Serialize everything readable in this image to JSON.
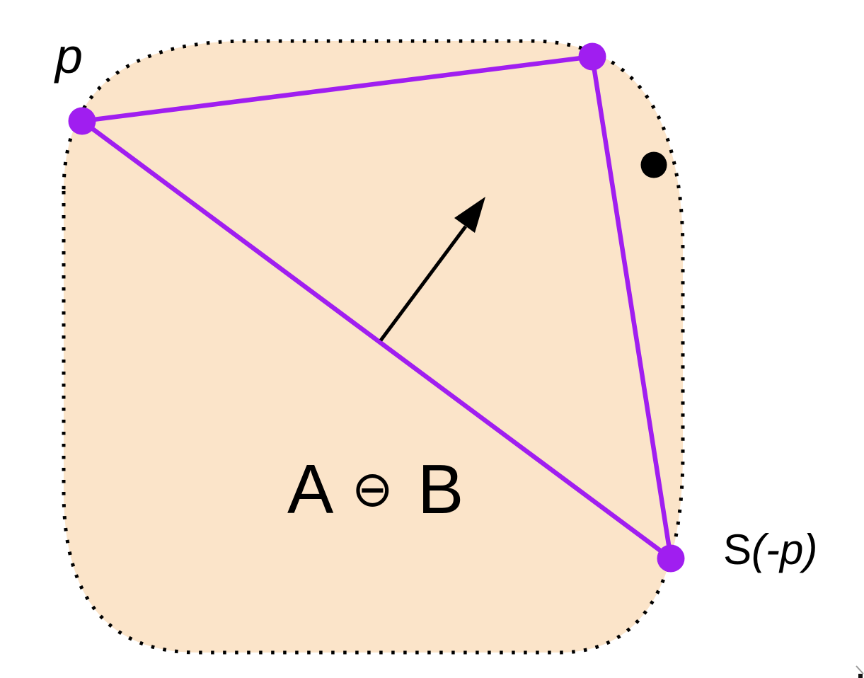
{
  "diagram": {
    "region_label": {
      "a": "A",
      "operator": "⊖",
      "b": "B"
    },
    "point_label_p": "p",
    "point_label_s": {
      "prefix": "S",
      "argument": "(-p)"
    },
    "colors": {
      "region_fill": "#FBE4C9",
      "region_border": "#000000",
      "triangle_stroke": "#A01EF0",
      "vertex_dot_fill": "#A01EF0",
      "point_dot_fill": "#000000",
      "arrow_color": "#000000",
      "text_color": "#000000"
    }
  }
}
